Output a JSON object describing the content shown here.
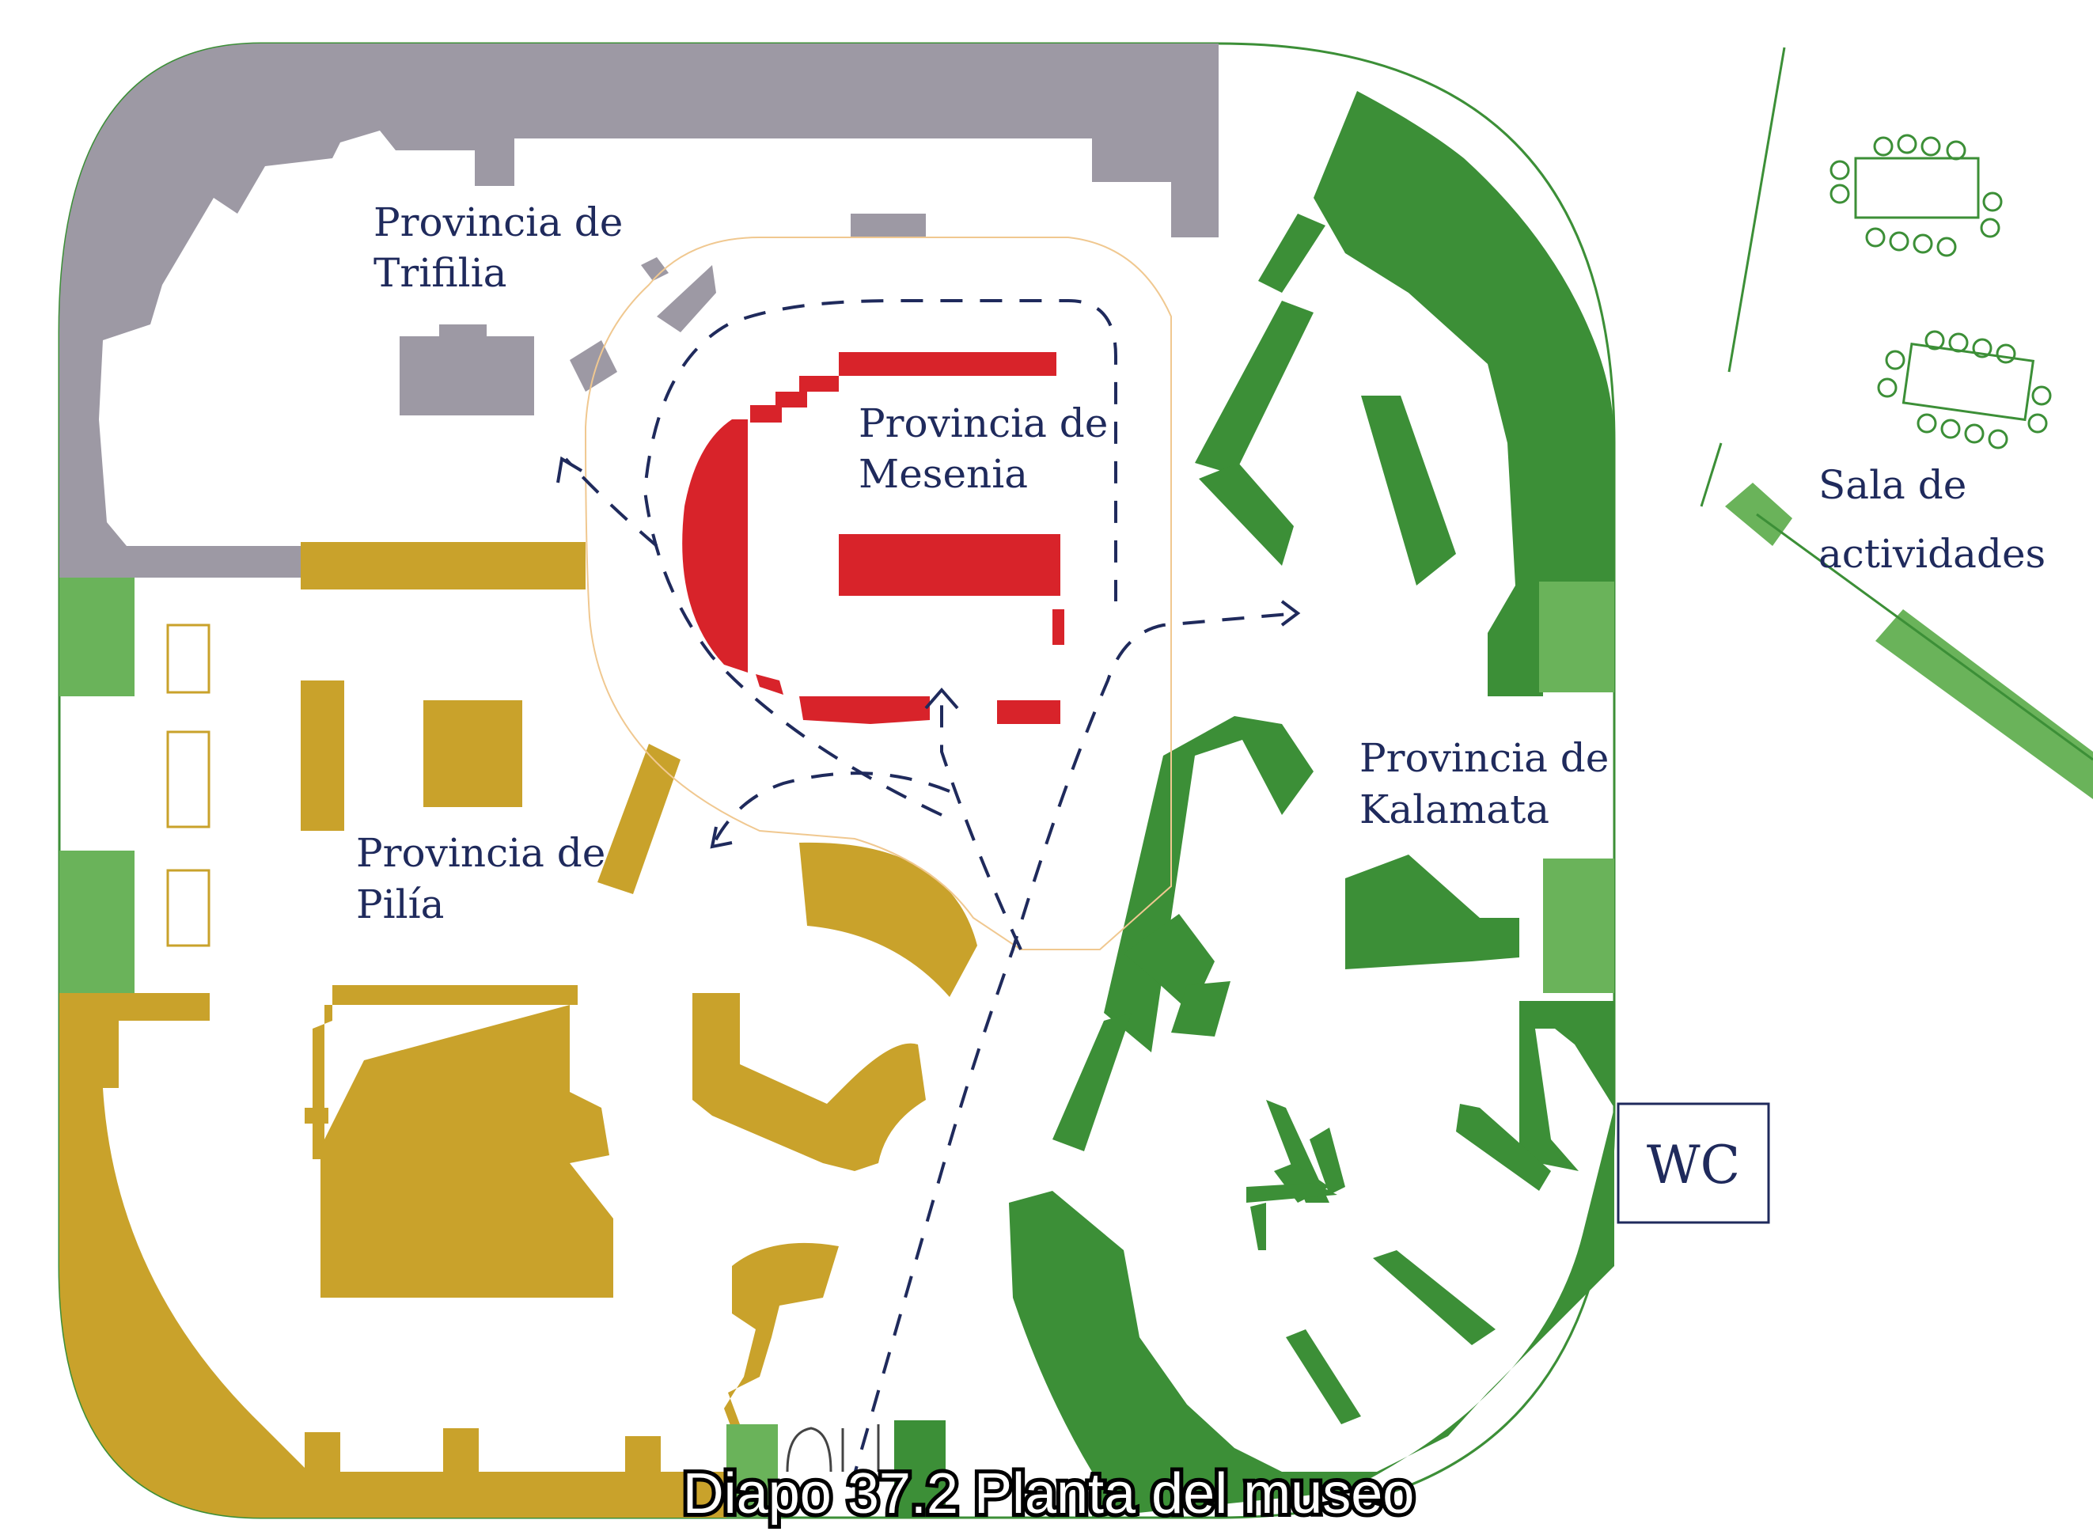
{
  "caption": "Diapo 37.2 Planta del museo",
  "regions": {
    "trifilia": {
      "line1": "Provincia de",
      "line2": "Trifilia"
    },
    "mesenia": {
      "line1": "Provincia de",
      "line2": "Mesenia"
    },
    "pilia": {
      "line1": "Provincia de",
      "line2": "Pilía"
    },
    "kalamata": {
      "line1": "Provincia de",
      "line2": "Kalamata"
    }
  },
  "activity_room": {
    "line1": "Sala de",
    "line2": "actividades"
  },
  "wc_label": "WC",
  "colors": {
    "trifilia": "#9d99a4",
    "mesenia": "#d8232a",
    "pilia": "#c9a22b",
    "kalamata": "#3c8f37",
    "light_green": "#6ab35a",
    "text": "#1f2a5c",
    "route": "#1f2a5c"
  }
}
